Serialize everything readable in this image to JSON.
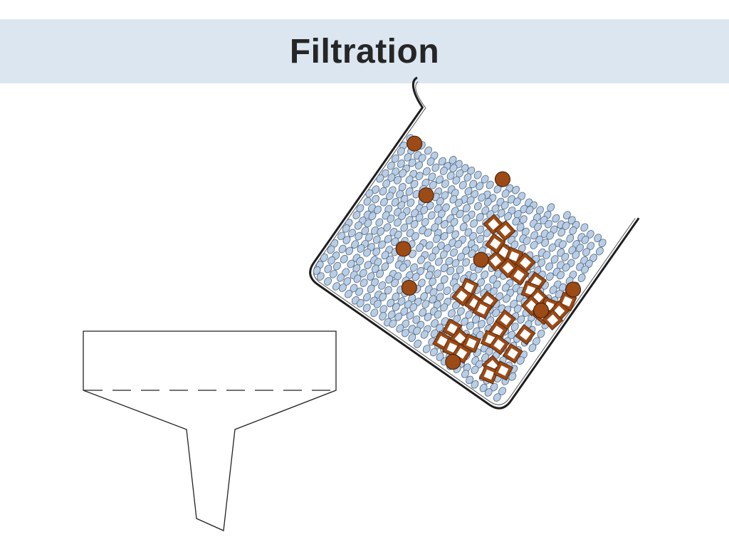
{
  "slide": {
    "title": "Filtration"
  },
  "diagram": {
    "objects": [
      "funnel",
      "beaker",
      "water-particles",
      "solid-particles",
      "crystal-clusters"
    ],
    "colors": {
      "title_band": "#dce6f1",
      "title_text": "#262626",
      "line": "#222222",
      "water_particle": "#b9cde5",
      "water_particle_stroke": "#4f6781",
      "solid_particle": "#9c4a16",
      "crystal_fill": "#9c4a16",
      "crystal_inner": "#ffffff"
    }
  }
}
